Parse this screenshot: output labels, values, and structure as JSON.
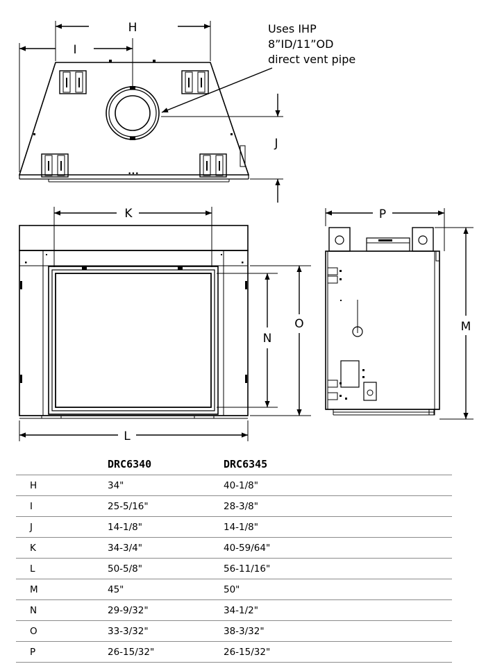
{
  "annotation": {
    "line1": "Uses IHP",
    "line2": "8”ID/11”OD",
    "line3": "direct vent pipe"
  },
  "dimension_labels": {
    "H": "H",
    "I": "I",
    "J": "J",
    "K": "K",
    "L": "L",
    "M": "M",
    "N": "N",
    "O": "O",
    "P": "P"
  },
  "table": {
    "headers": [
      "",
      "DRC6340",
      "DRC6345"
    ],
    "rows": [
      {
        "dim": "H",
        "drc6340": "34\"",
        "drc6345": "40-1/8\""
      },
      {
        "dim": "I",
        "drc6340": "25-5/16\"",
        "drc6345": "28-3/8\""
      },
      {
        "dim": "J",
        "drc6340": "14-1/8\"",
        "drc6345": "14-1/8\""
      },
      {
        "dim": "K",
        "drc6340": "34-3/4\"",
        "drc6345": "40-59/64\""
      },
      {
        "dim": "L",
        "drc6340": "50-5/8\"",
        "drc6345": "56-11/16\""
      },
      {
        "dim": "M",
        "drc6340": "45\"",
        "drc6345": "50\""
      },
      {
        "dim": "N",
        "drc6340": "29-9/32\"",
        "drc6345": "34-1/2\""
      },
      {
        "dim": "O",
        "drc6340": "33-3/32\"",
        "drc6345": "38-3/32\""
      },
      {
        "dim": "P",
        "drc6340": "26-15/32\"",
        "drc6345": "26-15/32\""
      }
    ]
  }
}
